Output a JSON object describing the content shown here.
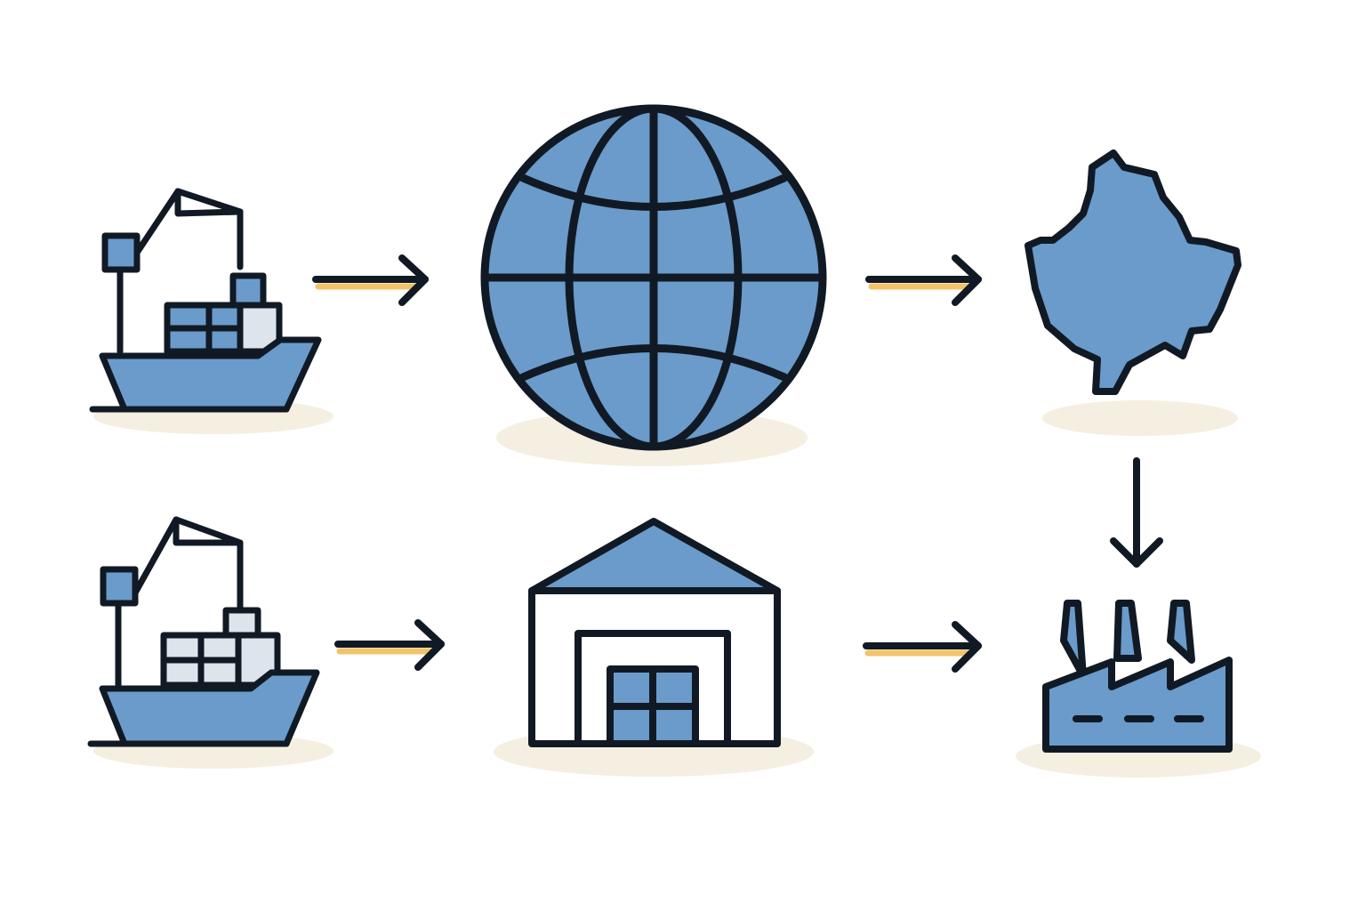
{
  "diagram": {
    "nodes": [
      {
        "id": "ship-top",
        "icon": "cargo-ship-with-crane-icon"
      },
      {
        "id": "globe",
        "icon": "globe-icon"
      },
      {
        "id": "region-map",
        "icon": "country-map-icon"
      },
      {
        "id": "ship-bottom",
        "icon": "cargo-ship-with-crane-icon"
      },
      {
        "id": "warehouse",
        "icon": "warehouse-icon"
      },
      {
        "id": "factory",
        "icon": "factory-icon"
      }
    ],
    "edges": [
      {
        "from": "ship-top",
        "to": "globe"
      },
      {
        "from": "globe",
        "to": "region-map"
      },
      {
        "from": "region-map",
        "to": "factory"
      },
      {
        "from": "ship-bottom",
        "to": "warehouse"
      },
      {
        "from": "warehouse",
        "to": "factory"
      }
    ]
  },
  "colors": {
    "fill_blue": "#6a9bcb",
    "outline": "#111a24",
    "container_light": "#dde4ec",
    "arrow_accent": "#f2c46a",
    "shadow": "#f5efe1",
    "white": "#ffffff"
  }
}
